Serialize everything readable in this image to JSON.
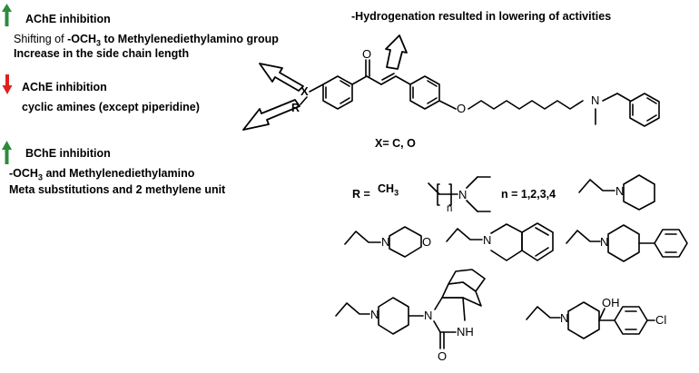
{
  "left_panel": {
    "ache_up": {
      "heading": "AChE inhibition",
      "line1_prefix": "Shifting of ",
      "line1_och": "-OCH",
      "line1_sub": "3",
      "line1_suffix": "  to Methylenediethylamino group",
      "line2": "Increase in the side chain length",
      "arrow_color": "#2e8b3e"
    },
    "ache_down": {
      "heading": "AChE inhibition",
      "line1": "cyclic amines (except piperidine)",
      "arrow_color": "#e02020"
    },
    "bche_up": {
      "heading": "BChE inhibition",
      "line1_och": "-OCH",
      "line1_sub": "3",
      "line1_suffix": " and Methylenediethylamino",
      "line2": "Meta substitutions and 2 methylene unit",
      "arrow_color": "#2e8b3e"
    }
  },
  "top_note": "-Hydrogenation resulted in lowering of activities",
  "scaffold": {
    "x_label": "X",
    "r_label": "R",
    "o_carbonyl": "O",
    "o_ether": "O",
    "n_amine": "N",
    "x_definition": "X= C, O"
  },
  "substituents": {
    "r_label": "R =",
    "ch3_main": "CH",
    "ch3_sub": "3",
    "chain_n_label": "N",
    "chain_index": "n",
    "n_range": "n = 1,2,3,4",
    "piperidine_n": "N",
    "morpholine_n": "N",
    "morpholine_o": "O",
    "thiq_n": "N",
    "phenylpiperidine_n": "N",
    "benzimidazolone_n1": "N",
    "benzimidazolone_n2": "N",
    "benzimidazolone_nh": "NH",
    "benzimidazolone_o": "O",
    "hydroxy_n": "N",
    "hydroxy_oh": "OH",
    "chloro": "Cl"
  }
}
